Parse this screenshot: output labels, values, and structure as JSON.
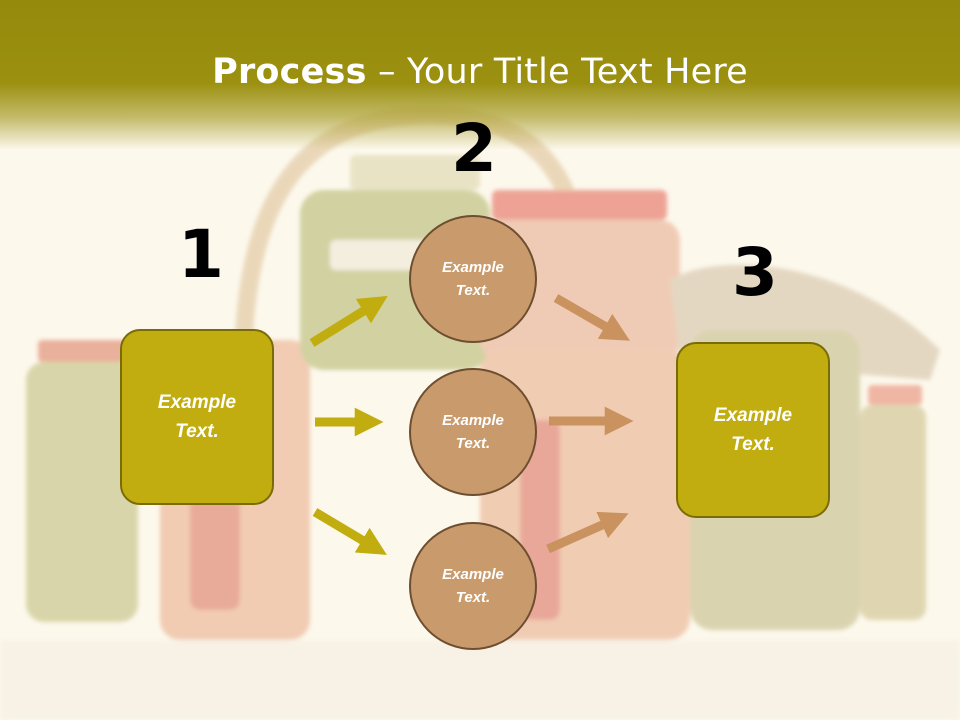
{
  "title": {
    "bold": "Process",
    "rest": " – Your Title Text Here"
  },
  "numbers": [
    "1",
    "2",
    "3"
  ],
  "left_box": {
    "label": "Example Text."
  },
  "right_box": {
    "label": "Example Text."
  },
  "circles": [
    {
      "label": "Example Text."
    },
    {
      "label": "Example Text."
    },
    {
      "label": "Example Text."
    }
  ],
  "colors": {
    "header": "#9b900f",
    "box_fill": "#c2ad10",
    "circle_fill": "#c99a6b",
    "arrow_left": "#c2ad10",
    "arrow_right": "#c9925e"
  }
}
